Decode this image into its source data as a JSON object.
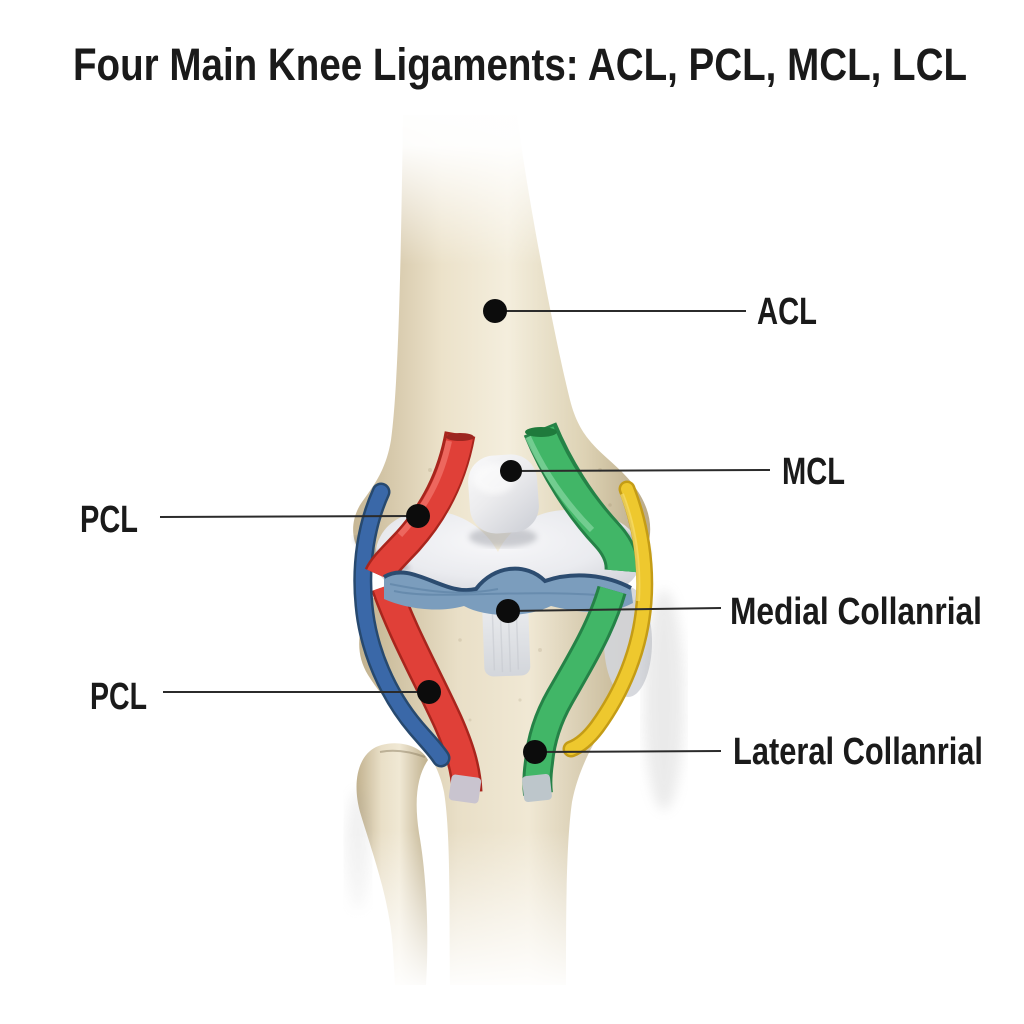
{
  "title": "Four Main Knee Ligaments: ACL, PCL, MCL, LCL",
  "annotations": {
    "acl": {
      "label": "ACL",
      "side": "right"
    },
    "mcl": {
      "label": "MCL",
      "side": "right"
    },
    "pcl_upper": {
      "label": "PCL",
      "side": "left"
    },
    "medial_collateral": {
      "label": "Medial Collanrial",
      "side": "right"
    },
    "pcl_lower": {
      "label": "PCL",
      "side": "left"
    },
    "lateral_collateral": {
      "label": "Lateral Collanrial",
      "side": "right"
    }
  },
  "colors": {
    "red_ligament": "#e04038",
    "blue_ligament": "#3a68a8",
    "green_ligament": "#41b667",
    "yellow_ligament": "#eec82e",
    "meniscus": "#7b9dbd",
    "bone": "#e8dfc6",
    "cartilage": "#ededf0",
    "label_text": "#1a1a1a",
    "leader_line": "#2b2b2b"
  }
}
